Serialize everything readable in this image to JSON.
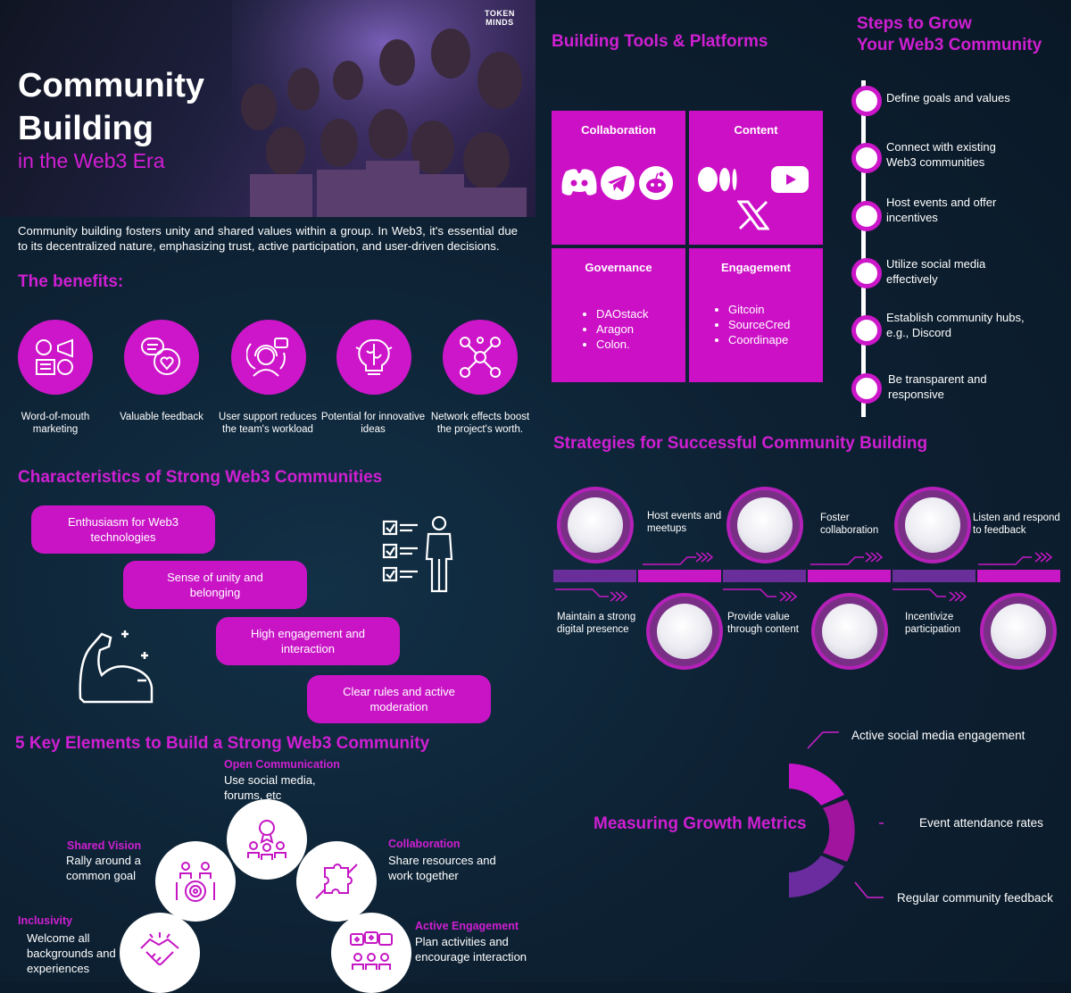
{
  "hero": {
    "title_line1": "Community",
    "title_line2": "Building",
    "subtitle": "in the Web3 Era",
    "logo_line1": "TOKEN",
    "logo_line2": "MINDS"
  },
  "intro": "Community building fosters unity and shared values within a group. In Web3, it's essential due to its decentralized nature, emphasizing trust, active participation, and user-driven decisions.",
  "benefits": {
    "heading": "The benefits:",
    "items": [
      {
        "label": "Word-of-mouth marketing",
        "icon": "megaphone-icon"
      },
      {
        "label": "Valuable feedback",
        "icon": "chat-heart-icon"
      },
      {
        "label": "User support reduces the team's workload",
        "icon": "support-agent-icon"
      },
      {
        "label": "Potential for innovative ideas",
        "icon": "brain-bulb-icon"
      },
      {
        "label": "Network effects boost the project's worth.",
        "icon": "network-icon"
      }
    ]
  },
  "characteristics": {
    "heading": "Characteristics of Strong Web3 Communities",
    "items": [
      "Enthusiasm for Web3 technologies",
      "Sense of unity and belonging",
      "High engagement and interaction",
      "Clear rules and active moderation"
    ]
  },
  "key_elements": {
    "heading": "5 Key Elements to Build a Strong Web3 Community",
    "items": [
      {
        "title": "Open Communication",
        "desc": "Use social media, forums, etc"
      },
      {
        "title": "Shared Vision",
        "desc": "Rally around a common goal"
      },
      {
        "title": "Collaboration",
        "desc": "Share resources and work together"
      },
      {
        "title": "Inclusivity",
        "desc": "Welcome all backgrounds and experiences"
      },
      {
        "title": "Active Engagement",
        "desc": "Plan activities and encourage interaction"
      }
    ]
  },
  "tools": {
    "heading": "Building Tools & Platforms",
    "collaboration": {
      "title": "Collaboration",
      "icons": [
        "discord-icon",
        "telegram-icon",
        "reddit-icon"
      ]
    },
    "content": {
      "title": "Content",
      "icons": [
        "medium-icon",
        "youtube-icon",
        "x-icon"
      ]
    },
    "governance": {
      "title": "Governance",
      "items": [
        "DAOstack",
        "Aragon",
        "Colon."
      ]
    },
    "engagement": {
      "title": "Engagement",
      "items": [
        "Gitcoin",
        "SourceCred",
        "Coordinape"
      ]
    }
  },
  "steps": {
    "heading_line1": "Steps to Grow",
    "heading_line2": "Your Web3 Community",
    "items": [
      "Define goals and values",
      "Connect with existing Web3 communities",
      "Host events and offer incentives",
      "Utilize social media effectively",
      "Establish community hubs, e.g., Discord",
      "Be transparent and responsive"
    ]
  },
  "strategies": {
    "heading": "Strategies for Successful Community Building",
    "top": [
      "Host events and meetups",
      "Foster collaboration",
      "Listen and respond to feedback"
    ],
    "bottom": [
      "Maintain a strong digital presence",
      "Provide value through content",
      "Incentivize participation"
    ]
  },
  "metrics": {
    "heading": "Measuring Growth Metrics",
    "items": [
      "Active social media engagement",
      "Event attendance rates",
      "Regular community feedback"
    ]
  },
  "colors": {
    "accent": "#cc16c9",
    "background": "#0d2133"
  }
}
